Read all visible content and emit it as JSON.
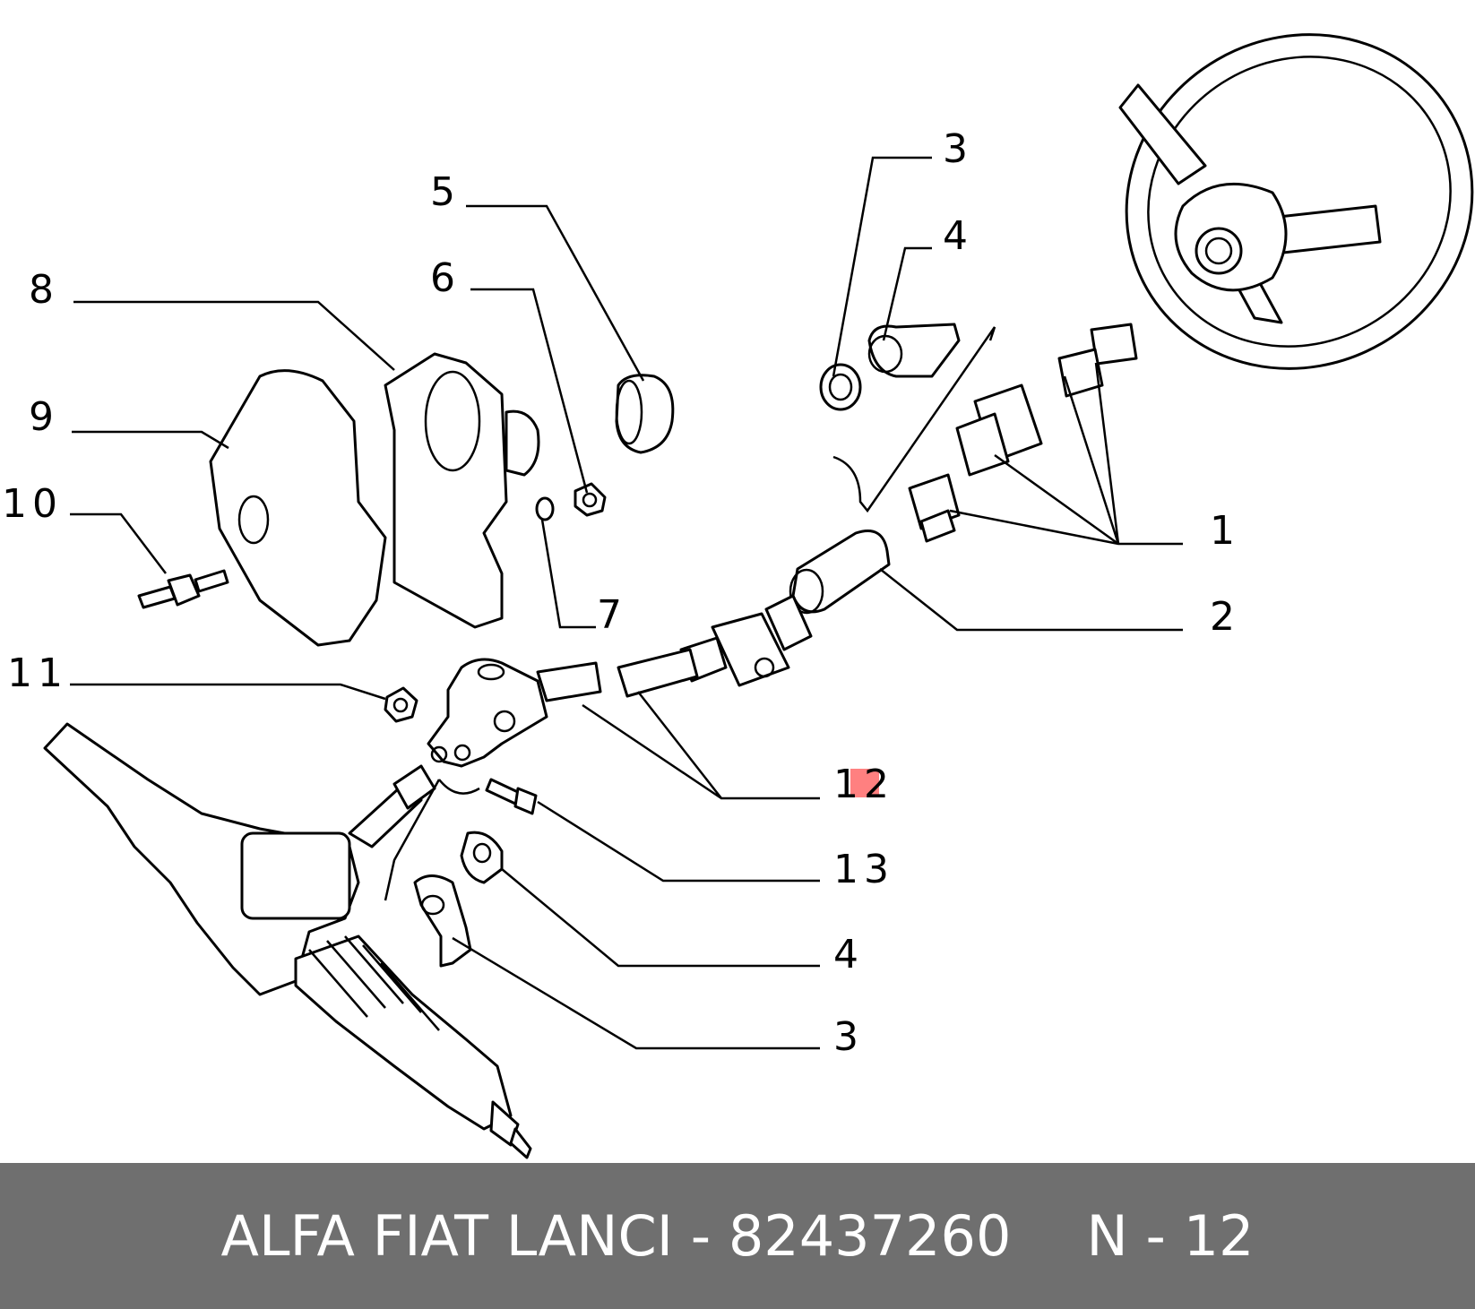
{
  "callouts": [
    "1",
    "2",
    "3",
    "4",
    "5",
    "6",
    "7",
    "8",
    "9",
    "10",
    "11",
    "12",
    "13",
    "4",
    "3"
  ],
  "footer": {
    "brand_code": "ALFA FIAT LANCI - 82437260",
    "page_ref": "N - 12"
  },
  "colors": {
    "footer_bg": "#6f6f6f",
    "highlight": "#ff8080"
  }
}
